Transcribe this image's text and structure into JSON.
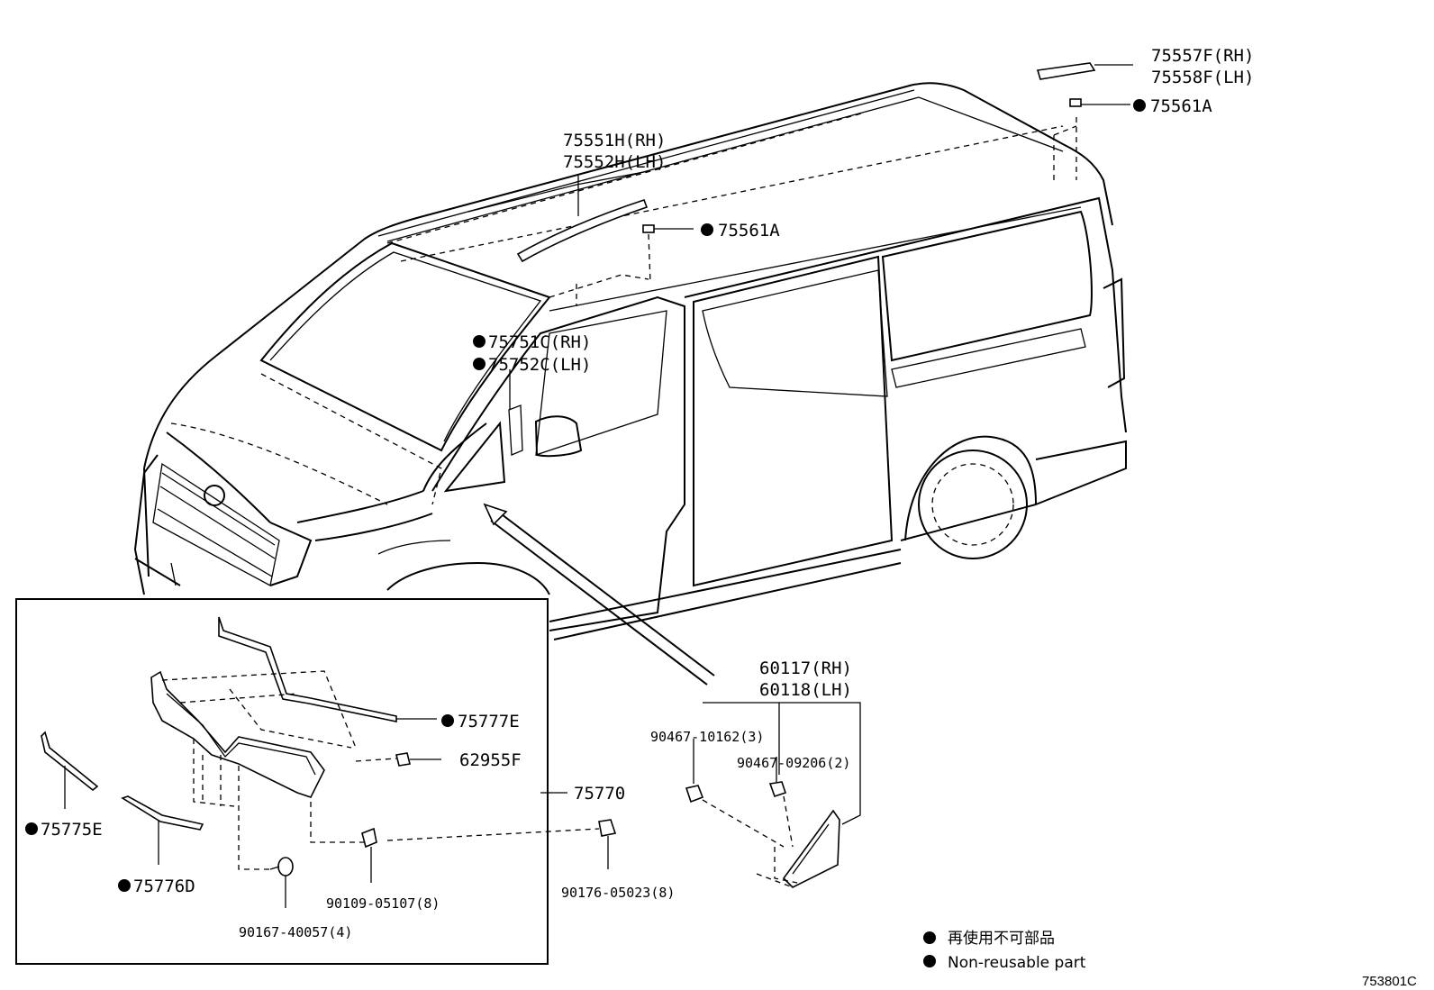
{
  "labels": {
    "p75557F": "75557F(RH)",
    "p75558F": "75558F(LH)",
    "p75561A_rear": "75561A",
    "p75551H": "75551H(RH)",
    "p75552H": "75552H(LH)",
    "p75561A_front": "75561A",
    "p75751C": "75751C(RH)",
    "p75752C": "75752C(LH)",
    "p60117": "60117(RH)",
    "p60118": "60118(LH)",
    "p90467_10162": "90467-10162(3)",
    "p90467_09206": "90467-09206(2)",
    "p75777E": "75777E",
    "p62955F": "62955F",
    "p75770": "75770",
    "p75775E": "75775E",
    "p75776D": "75776D",
    "p90109_05107": "90109-05107(8)",
    "p90176_05023": "90176-05023(8)",
    "p90167_40057": "90167-40057(4)"
  },
  "legend": {
    "line1": "再使用不可部品",
    "line2": "Non-reusable part"
  },
  "figure_code": "753801C"
}
